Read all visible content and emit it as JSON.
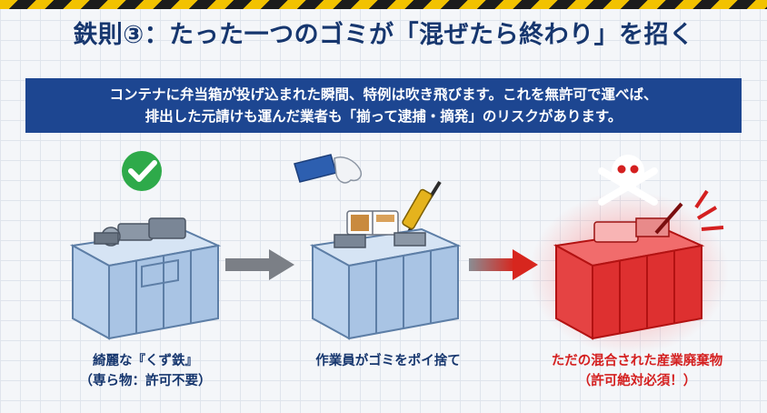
{
  "title": "鉄則③：たった一つのゴミが「混ぜたら終わり」を招く",
  "banner": {
    "line1": "コンテナに弁当箱が投げ込まれた瞬間、特例は吹き飛びます。これを無許可で運べば、",
    "line2": "排出した元請けも運んだ業者も「揃って逮捕・摘発」のリスクがあります。"
  },
  "stages": [
    {
      "caption_line1": "綺麗な『くず鉄』",
      "caption_line2": "（専ら物：許可不要）"
    },
    {
      "caption_line1": "作業員がゴミをポイ捨て",
      "caption_line2": ""
    },
    {
      "caption_line1": "ただの混合された産業廃棄物",
      "caption_line2": "（許可絶対必須！）"
    }
  ],
  "colors": {
    "navy": "#1d4691",
    "title": "#16366e",
    "danger": "#d42020",
    "ok": "#2eaa4a",
    "container": "#a9c4e4"
  },
  "icons": [
    "check-icon",
    "arrow-right-icon",
    "glove-hand-icon",
    "skull-crossbones-icon",
    "caulk-gun-icon",
    "bento-box-icon"
  ]
}
